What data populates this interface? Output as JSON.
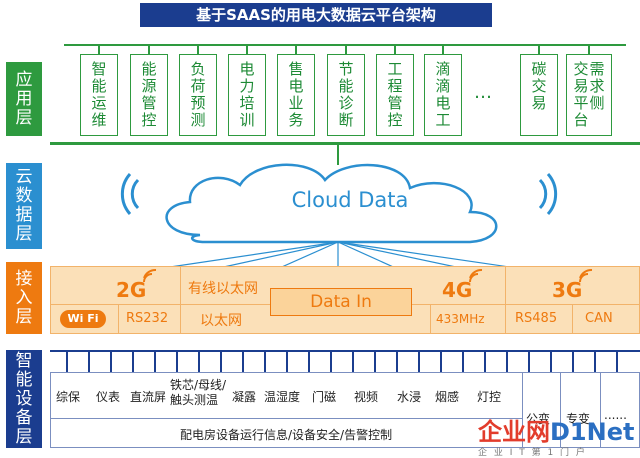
{
  "title": "基于SAAS的用电大数据云平台架构",
  "layers": {
    "app": [
      "应",
      "用",
      "层"
    ],
    "cloud": [
      "云",
      "数",
      "据",
      "层"
    ],
    "access": [
      "接",
      "入",
      "层"
    ],
    "device": [
      "智",
      "能",
      "设",
      "备",
      "层"
    ]
  },
  "apps": [
    {
      "col1": [
        "智",
        "能",
        "运",
        "维"
      ]
    },
    {
      "col1": [
        "能",
        "源",
        "管",
        "控"
      ]
    },
    {
      "col1": [
        "负",
        "荷",
        "预",
        "测"
      ]
    },
    {
      "col1": [
        "电",
        "力",
        "培",
        "训"
      ]
    },
    {
      "col1": [
        "售",
        "电",
        "业",
        "务"
      ]
    },
    {
      "col1": [
        "节",
        "能",
        "诊",
        "断"
      ]
    },
    {
      "col1": [
        "工",
        "程",
        "管",
        "控"
      ]
    },
    {
      "col1": [
        "滴",
        "滴",
        "电",
        "工"
      ]
    },
    {
      "col1": [
        "碳",
        "交",
        "易"
      ]
    },
    {
      "col1": [
        "交",
        "易",
        "平",
        "台"
      ],
      "col2": [
        "需",
        "求",
        "侧"
      ]
    }
  ],
  "apps_ellipsis": "…",
  "cloud_text": "Cloud Data",
  "access": {
    "g2": "2G",
    "wired_top": "有线以太网",
    "data_in": "Data In",
    "g4": "4G",
    "g3": "3G",
    "wifi": "Wi Fi",
    "rs232": "RS232",
    "ethernet": "以太网",
    "mhz": "433MHz",
    "rs485": "RS485",
    "can": "CAN"
  },
  "devices": [
    "综保",
    "仪表",
    "直流屏",
    "铁芯/母线/触头测温",
    "凝露",
    "温湿度",
    "门磁",
    "视频",
    "水浸",
    "烟感",
    "灯控"
  ],
  "dev_gongbian": "公变",
  "dev_zhuanbian": "专变",
  "dev_more": "......",
  "device_bottom": "配电房设备运行信息/设备安全/告警控制",
  "watermark": {
    "main_red": "企业网",
    "main_blue": "D1Net",
    "sub": "企 业 I T 第 1 门 户"
  },
  "colors": {
    "title_bg": "#1b3d8f",
    "app_green": "#2e9a3f",
    "cloud_blue": "#2b8fd0",
    "access_orange": "#ee7a10",
    "device_navy": "#1b3d8f"
  }
}
